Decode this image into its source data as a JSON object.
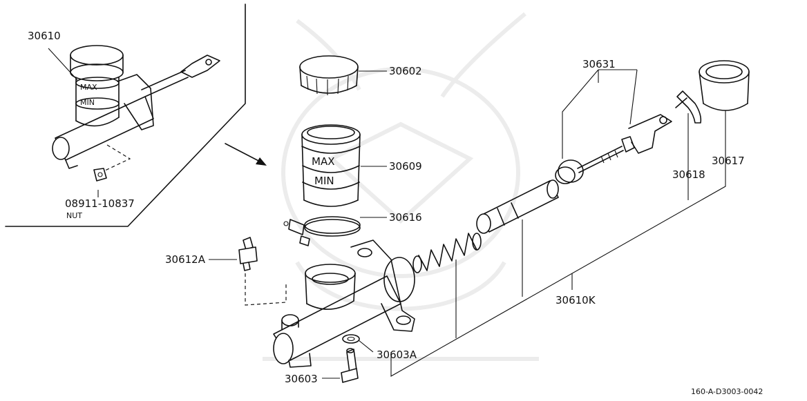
{
  "watermark_icon": "samurai-helmet-watermark-icon",
  "parts": [
    {
      "label": "30610"
    },
    {
      "label": "08911-10837"
    },
    {
      "label": "NUT"
    },
    {
      "label": "30602"
    },
    {
      "label": "30609"
    },
    {
      "label": "30616"
    },
    {
      "label": "30612A"
    },
    {
      "label": "30631"
    },
    {
      "label": "30618"
    },
    {
      "label": "30617"
    },
    {
      "label": "30610K"
    },
    {
      "label": "30603A"
    },
    {
      "label": "30603"
    }
  ],
  "reservoir_marks": {
    "max": "MAX",
    "min": "MIN"
  },
  "figure_code": "160-A-D3003-0042"
}
